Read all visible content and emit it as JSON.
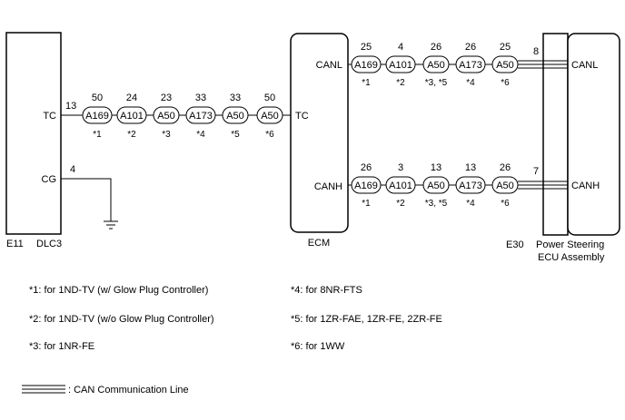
{
  "dlc3": {
    "id": "E11",
    "name": "DLC3",
    "tc_label": "TC",
    "tc_pin": "13",
    "cg_label": "CG",
    "cg_pin": "4"
  },
  "ecm": {
    "name": "ECM",
    "tc_label": "TC",
    "canl_label": "CANL",
    "canh_label": "CANH"
  },
  "ps_ecu": {
    "id": "E30",
    "name_line1": "Power Steering",
    "name_line2": "ECU Assembly",
    "canl_label": "CANL",
    "canl_pin": "8",
    "canh_label": "CANH",
    "canh_pin": "7"
  },
  "tc_connectors": [
    {
      "pin": "50",
      "name": "A169",
      "note": "*1"
    },
    {
      "pin": "24",
      "name": "A101",
      "note": "*2"
    },
    {
      "pin": "23",
      "name": "A50",
      "note": "*3"
    },
    {
      "pin": "33",
      "name": "A173",
      "note": "*4"
    },
    {
      "pin": "33",
      "name": "A50",
      "note": "*5"
    },
    {
      "pin": "50",
      "name": "A50",
      "note": "*6"
    }
  ],
  "canl_connectors": [
    {
      "pin": "25",
      "name": "A169",
      "note": "*1"
    },
    {
      "pin": "4",
      "name": "A101",
      "note": "*2"
    },
    {
      "pin": "26",
      "name": "A50",
      "note": "*3, *5"
    },
    {
      "pin": "26",
      "name": "A173",
      "note": "*4"
    },
    {
      "pin": "25",
      "name": "A50",
      "note": "*6"
    }
  ],
  "canh_connectors": [
    {
      "pin": "26",
      "name": "A169",
      "note": "*1"
    },
    {
      "pin": "3",
      "name": "A101",
      "note": "*2"
    },
    {
      "pin": "13",
      "name": "A50",
      "note": "*3, *5"
    },
    {
      "pin": "13",
      "name": "A173",
      "note": "*4"
    },
    {
      "pin": "26",
      "name": "A50",
      "note": "*6"
    }
  ],
  "notes": {
    "n1": "*1: for 1ND-TV (w/ Glow Plug Controller)",
    "n2": "*2: for 1ND-TV (w/o Glow Plug Controller)",
    "n3": "*3: for 1NR-FE",
    "n4": "*4: for 8NR-FTS",
    "n5": "*5: for 1ZR-FAE, 1ZR-FE, 2ZR-FE",
    "n6": "*6: for 1WW"
  },
  "legend": {
    "can_line": ": CAN Communication Line"
  }
}
